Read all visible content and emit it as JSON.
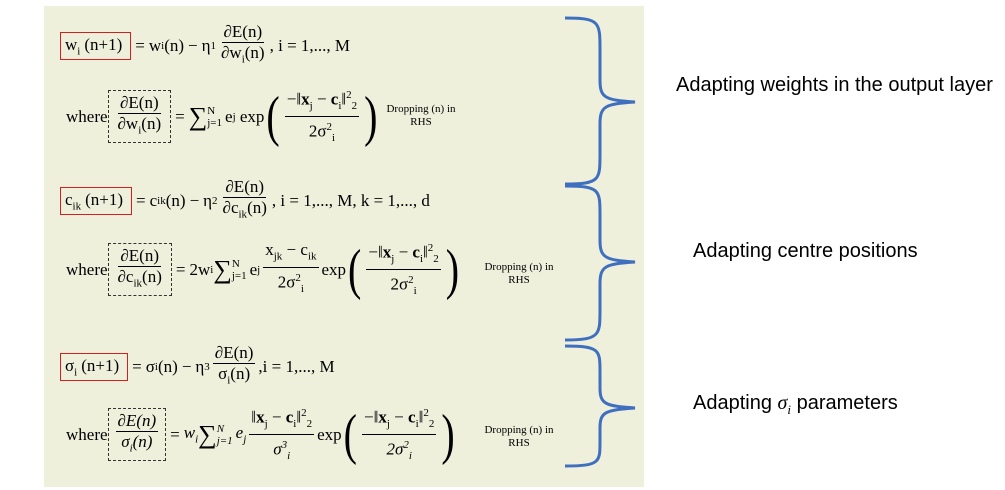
{
  "labels": {
    "section1": "Adapting weights in the output layer",
    "section2": "Adapting centre positions",
    "section3_prefix": "Adapting ",
    "section3_symbol": "σ",
    "section3_sub": "i",
    "section3_suffix": " parameters"
  },
  "notes": {
    "dropping": "Dropping (n) in RHS"
  },
  "equations": {
    "eq1_lhs": "w",
    "eq1_lhs_sub": "i",
    "eq1_rhs_range": ", i = 1,..., M",
    "eq2_range": ", i = 1,..., M, k = 1,..., d",
    "eq3_range": ",i = 1,..., M",
    "where": "where"
  },
  "colors": {
    "panel": "#eef0dc",
    "brace": "#3f6fbf",
    "red_box": "#d02020"
  }
}
